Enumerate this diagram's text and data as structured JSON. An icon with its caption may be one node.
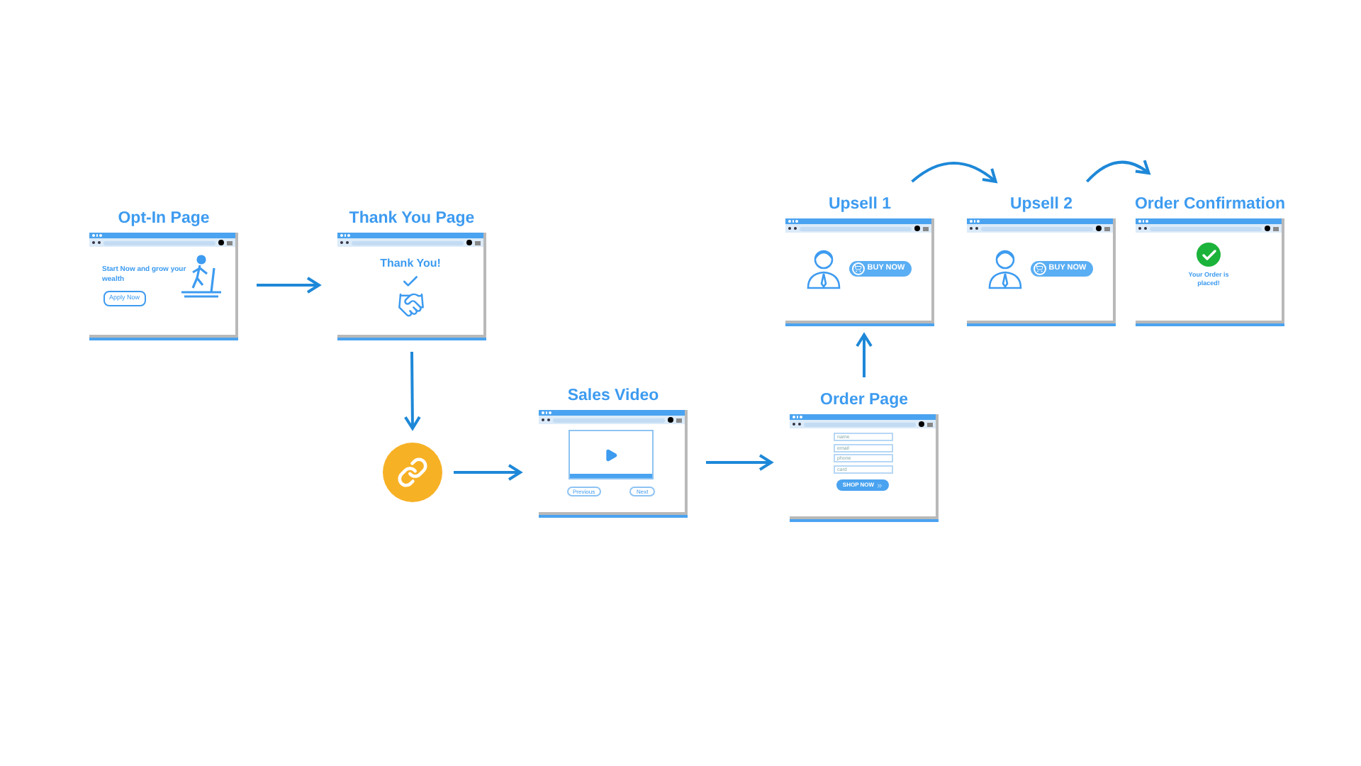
{
  "diagram": {
    "nodes": [
      {
        "text": [
          "Opt-In Page",
          "Start Now and grow your wealth",
          "Apply Now"
        ]
      },
      {
        "text": [
          "Thank You Page",
          "Thank You!"
        ]
      },
      {
        "text": [],
        "shape": "circle"
      },
      {
        "text": [
          "Sales Video",
          "Previous",
          "Next"
        ]
      },
      {
        "text": [
          "Order Page",
          "name",
          "email",
          "phone",
          "card",
          "SHOP NOW"
        ]
      },
      {
        "text": [
          "Upsell 1",
          "BUY NOW"
        ]
      },
      {
        "text": [
          "Upsell 2",
          "BUY NOW"
        ]
      },
      {
        "text": [
          "Order Confirmation",
          "Your Order is placed!"
        ]
      }
    ],
    "edges": [
      {
        "from": 0,
        "to": 1,
        "arrow": "to"
      },
      {
        "from": 1,
        "to": 2,
        "arrow": "to"
      },
      {
        "from": 2,
        "to": 3,
        "arrow": "to"
      },
      {
        "from": 3,
        "to": 4,
        "arrow": "to"
      },
      {
        "from": 4,
        "to": 5,
        "arrow": "to"
      },
      {
        "from": 5,
        "to": 6,
        "arrow": "to"
      },
      {
        "from": 6,
        "to": 7,
        "arrow": "to"
      }
    ]
  }
}
